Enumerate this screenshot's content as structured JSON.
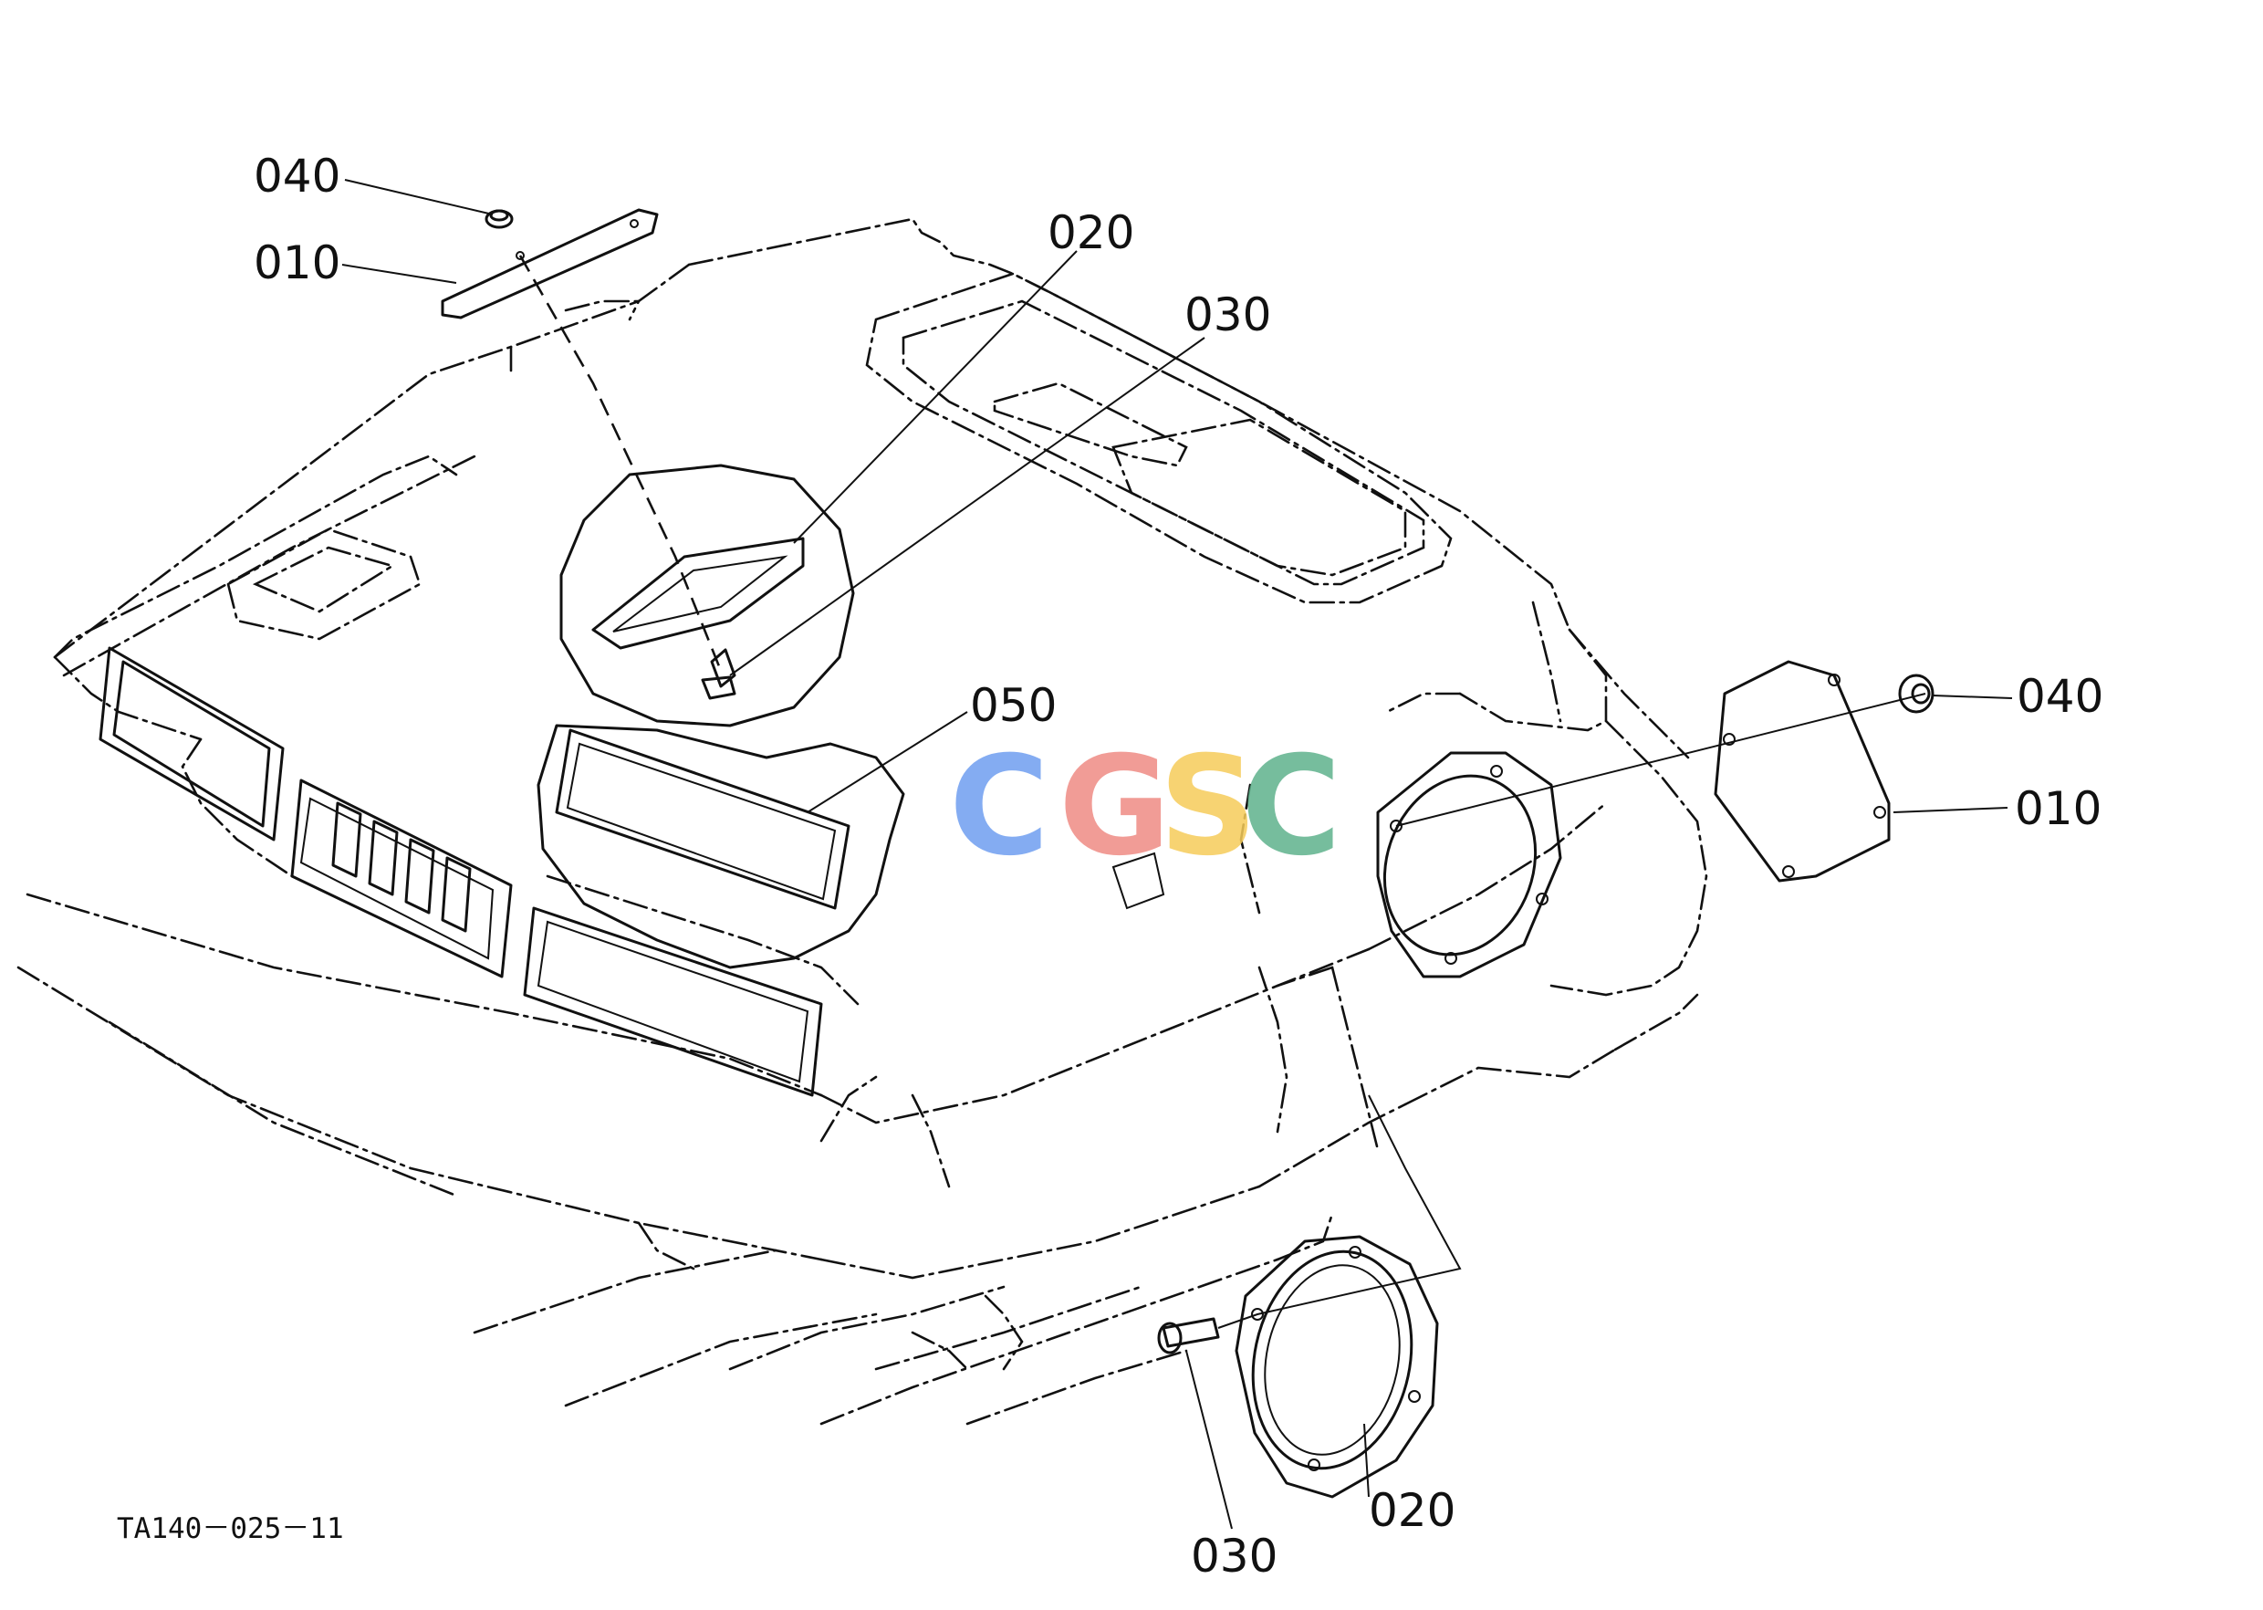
{
  "callouts": {
    "top_040": "040",
    "top_010": "010",
    "top_020": "020",
    "top_030": "030",
    "mid_050": "050",
    "right_040": "040",
    "right_010": "010",
    "bottom_020": "020",
    "bottom_030": "030"
  },
  "figure_code": "TA140－025－11",
  "watermark": {
    "letters": [
      "C",
      "G",
      "S",
      "C"
    ],
    "colors": [
      "#6f9ef0",
      "#ef8b84",
      "#f6cc5a",
      "#5fb28c"
    ]
  }
}
